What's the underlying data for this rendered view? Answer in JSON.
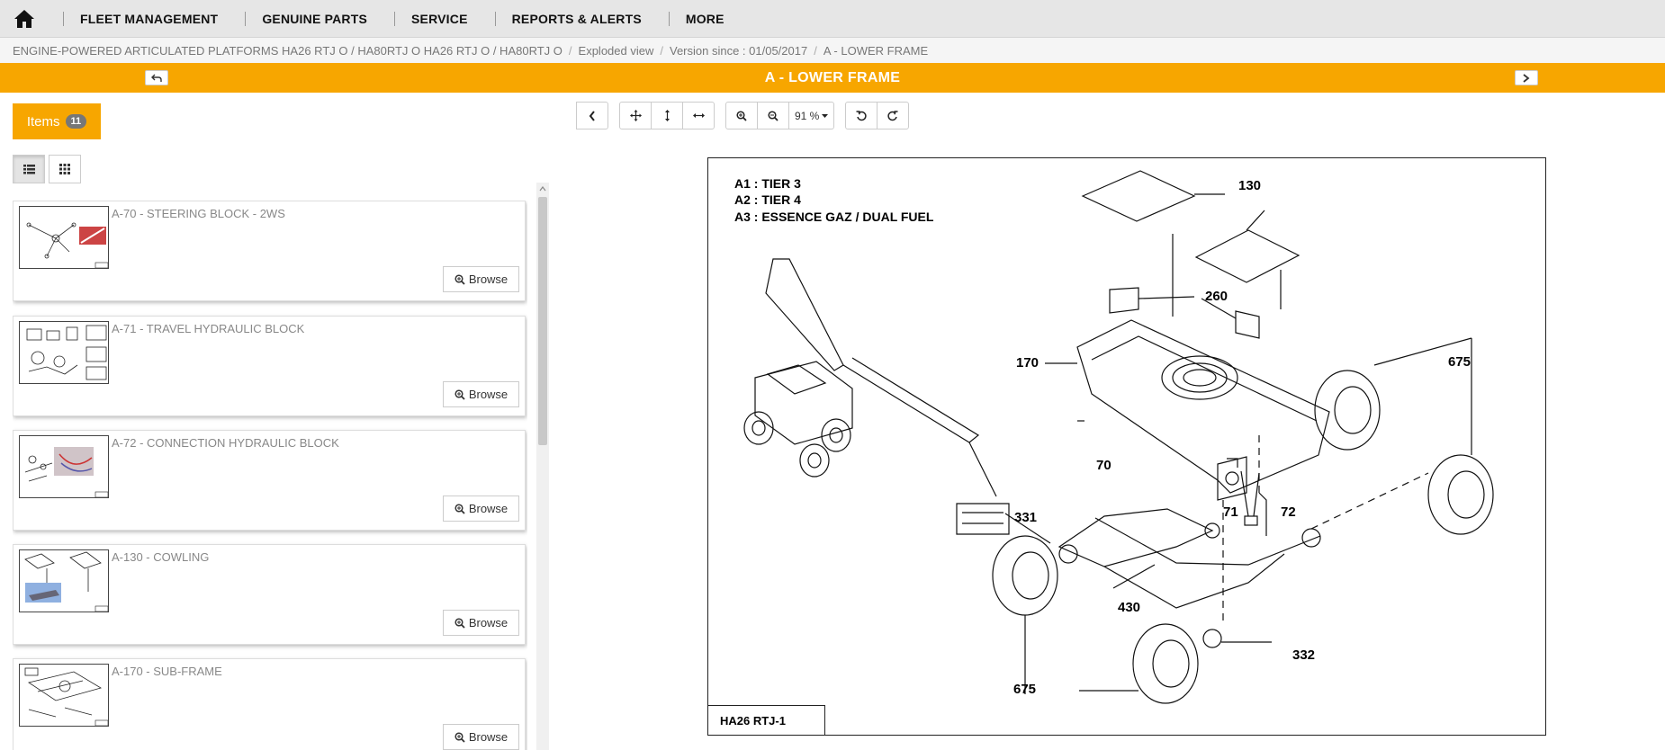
{
  "nav": {
    "items": [
      "FLEET MANAGEMENT",
      "GENUINE PARTS",
      "SERVICE",
      "REPORTS & ALERTS",
      "MORE"
    ]
  },
  "breadcrumb": {
    "items": [
      "ENGINE-POWERED ARTICULATED PLATFORMS HA26 RTJ O / HA80RTJ O HA26 RTJ O / HA80RTJ O",
      "Exploded view",
      "Version since : 01/05/2017",
      "A - LOWER FRAME"
    ]
  },
  "title": "A - LOWER FRAME",
  "items_tab": {
    "label": "Items",
    "count": "11"
  },
  "parts": [
    {
      "title": "A-70 - STEERING BLOCK - 2WS",
      "browse": "Browse"
    },
    {
      "title": "A-71 - TRAVEL HYDRAULIC BLOCK",
      "browse": "Browse"
    },
    {
      "title": "A-72 - CONNECTION HYDRAULIC BLOCK",
      "browse": "Browse"
    },
    {
      "title": "A-130 - COWLING",
      "browse": "Browse"
    },
    {
      "title": "A-170 - SUB-FRAME",
      "browse": "Browse"
    }
  ],
  "zoom": "91 %",
  "drawing": {
    "legend": [
      "A1 : TIER 3",
      "A2 : TIER 4",
      "A3 : ESSENCE GAZ / DUAL FUEL"
    ],
    "callouts": [
      "130",
      "260",
      "170",
      "675",
      "70",
      "331",
      "71",
      "72",
      "430",
      "332",
      "675"
    ],
    "reference": "HA26 RTJ-1"
  },
  "colors": {
    "accent": "#f7a600",
    "nav_bg": "#e6e6e6"
  },
  "icons": [
    "home-icon",
    "undo-arrow-icon",
    "chevron-right-icon",
    "list-view-icon",
    "grid-view-icon",
    "chevron-left-icon",
    "move-icon",
    "fit-height-icon",
    "fit-width-icon",
    "zoom-in-icon",
    "zoom-out-icon",
    "rotate-left-icon",
    "rotate-right-icon",
    "magnifier-icon"
  ]
}
